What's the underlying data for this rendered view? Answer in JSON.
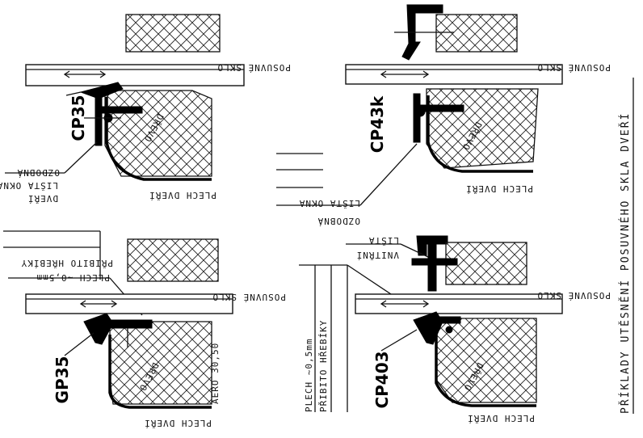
{
  "title": "PŘÍKLADY UTĚSNĚNÍ POSUVNÉHO SKLA DVEŘÍ",
  "details": [
    {
      "code": "CP35",
      "labels": {
        "glass": "POSUVNÉ SKLO",
        "wood": "DŘEVO",
        "sheet": "PLECH DVEŘÍ",
        "trim_line1": "OZDOBNÁ",
        "trim_line2": "LIŠTA OKNA",
        "trim_line3": "DVEŘÍ"
      }
    },
    {
      "code": "CP43k",
      "labels": {
        "glass": "POSUVNÉ SKLO",
        "wood": "DŘEVO",
        "sheet": "PLECH DVEŘÍ",
        "trim_line1": "OZDOBNÁ",
        "trim_line2": "LIŠTA OKNA"
      }
    },
    {
      "code": "GP35",
      "labels": {
        "glass": "POSUVNÉ SKLO",
        "wood": "DŘEVO",
        "sheet": "PLECH DVEŘÍ",
        "aero": "AERO 30,50",
        "note_line1": "PŘIBITO HŘEBÍKY",
        "note_line2": "PLECH ~0,5mm"
      }
    },
    {
      "code": "CP403",
      "labels": {
        "glass": "POSUVNÉ SKLO",
        "wood": "DŘEVO",
        "sheet": "PLECH DVEŘÍ",
        "inner_line1": "VNITŘNÍ",
        "inner_line2": "LIŠTA",
        "note_line1": "PLECH ~0,5mm",
        "note_line2": "PŘIBITO HŘEBÍKY"
      }
    }
  ]
}
